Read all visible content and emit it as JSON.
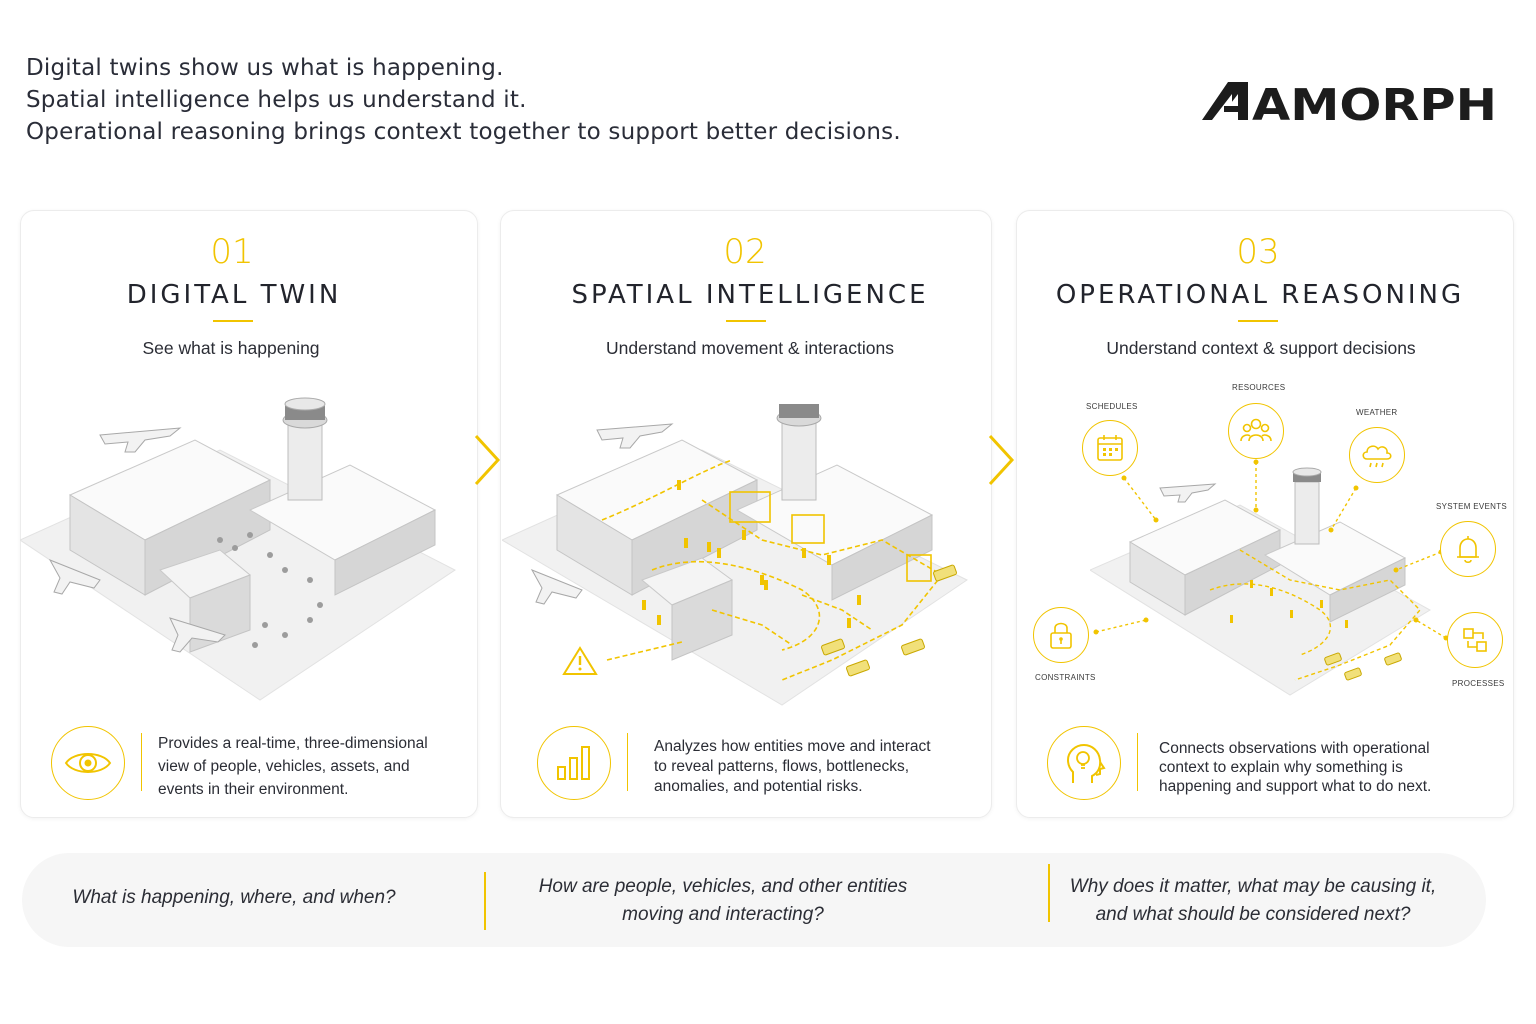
{
  "intro": {
    "line1": "Digital twins show us what is happening.",
    "line2": "Spatial intelligence helps us understand it.",
    "line3": "Operational reasoning brings context together to support better decisions."
  },
  "brand": {
    "logo_text": "AMORPH",
    "accent": "#f1c400",
    "text": "#22242c"
  },
  "cards": [
    {
      "number": "01",
      "title": "DIGITAL TWIN",
      "subtitle": "See what is happening",
      "icon": "eye-icon",
      "description": [
        "Provides a real-time, three-dimensional",
        "view of people, vehicles, assets, and",
        "events in their environment."
      ]
    },
    {
      "number": "02",
      "title": "SPATIAL INTELLIGENCE",
      "subtitle": "Understand movement & interactions",
      "icon": "bar-chart-icon",
      "description": [
        "Analyzes how entities move and interact",
        "to reveal patterns, flows, bottlenecks,",
        "anomalies, and potential risks."
      ]
    },
    {
      "number": "03",
      "title": "OPERATIONAL REASONING",
      "subtitle": "Understand context & support decisions",
      "icon": "head-lightbulb-icon",
      "description": [
        "Connects observations with operational",
        "context to explain why something is",
        "happening and support what to do next."
      ]
    }
  ],
  "context_nodes": [
    {
      "label": "SCHEDULES",
      "icon": "calendar-icon"
    },
    {
      "label": "RESOURCES",
      "icon": "people-icon"
    },
    {
      "label": "WEATHER",
      "icon": "cloud-rain-icon"
    },
    {
      "label": "SYSTEM EVENTS",
      "icon": "bell-icon"
    },
    {
      "label": "CONSTRAINTS",
      "icon": "lock-icon"
    },
    {
      "label": "PROCESSES",
      "icon": "process-icon"
    }
  ],
  "questions": [
    {
      "lines": [
        "What is happening, where, and when?"
      ]
    },
    {
      "lines": [
        "How are people, vehicles, and other entities",
        "moving and interacting?"
      ]
    },
    {
      "lines": [
        "Why does it matter, what may be causing it,",
        "and what should be considered next?"
      ]
    }
  ]
}
